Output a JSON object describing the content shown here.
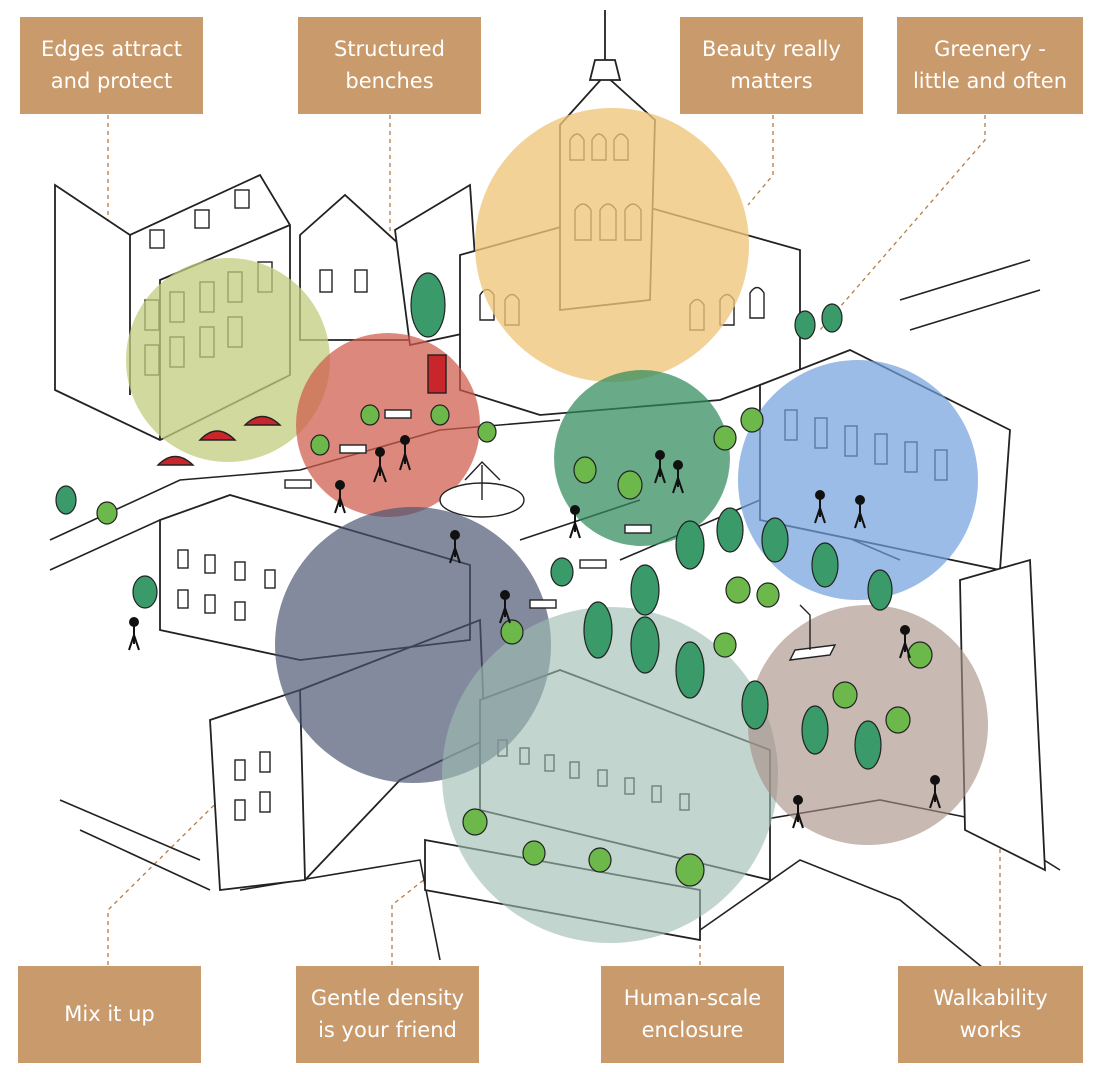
{
  "labels": {
    "edges": "Edges attract\nand protect",
    "benches": "Structured\nbenches",
    "beauty": "Beauty really\nmatters",
    "greenery": "Greenery -\nlittle and often",
    "mix": "Mix it up",
    "density": "Gentle density\nis your friend",
    "enclosure": "Human-scale\nenclosure",
    "walkability": "Walkability\nworks"
  },
  "colors": {
    "label_bg": "#c99a6b",
    "label_text": "#ffffff",
    "zone_edges": "#c3cc7e",
    "zone_benches": "#cf5a4a",
    "zone_beauty": "#f0c57a",
    "zone_greenery": "#2f8a5c",
    "zone_walkability": "#6f9fdc",
    "zone_mix": "#4a5270",
    "zone_enclosure": "#9cbdb2",
    "zone_plaza": "#a68e84",
    "tree": "#3a9a6a",
    "tree_light": "#6cb84a",
    "ink": "#222222"
  },
  "icons": [
    "tree-icon",
    "bench-icon",
    "person-icon",
    "umbrella-icon",
    "phone-box-icon",
    "fountain-icon",
    "statue-icon"
  ]
}
